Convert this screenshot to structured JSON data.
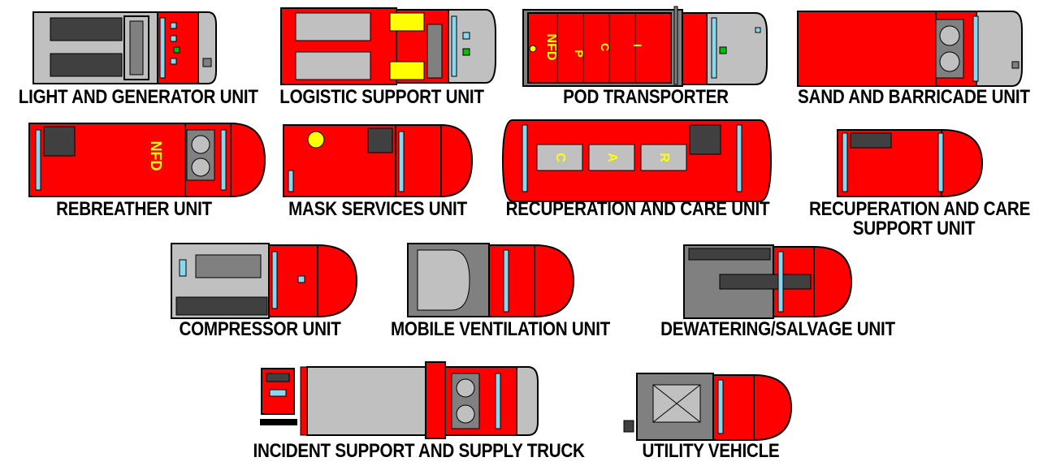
{
  "colors": {
    "body_red": "#ff0000",
    "outline": "#000000",
    "chrome_gray": "#c0c0c0",
    "dark_gray": "#808080",
    "light_blue": "#8ad7f0",
    "stencil_yellow": "#ffff00",
    "green_light": "#00c000"
  },
  "units": [
    {
      "label": "LIGHT AND GENERATOR UNIT"
    },
    {
      "label": "LOGISTIC SUPPORT UNIT"
    },
    {
      "label": "POD TRANSPORTER",
      "pod_letters": [
        "NFD",
        "P",
        "C",
        "I"
      ]
    },
    {
      "label": "SAND AND BARRICADE UNIT"
    },
    {
      "label": "REBREATHER UNIT",
      "roof_text": "NFD"
    },
    {
      "label": "MASK SERVICES UNIT"
    },
    {
      "label": "RECUPERATION AND CARE UNIT",
      "panels": [
        "C",
        "A",
        "R"
      ]
    },
    {
      "label_line1": "RECUPERATION AND CARE",
      "label_line2": "SUPPORT UNIT"
    },
    {
      "label": "COMPRESSOR UNIT"
    },
    {
      "label": "MOBILE VENTILATION UNIT"
    },
    {
      "label": "DEWATERING/SALVAGE UNIT"
    },
    {
      "label": "INCIDENT SUPPORT AND SUPPLY TRUCK"
    },
    {
      "label": "UTILITY VEHICLE"
    }
  ]
}
